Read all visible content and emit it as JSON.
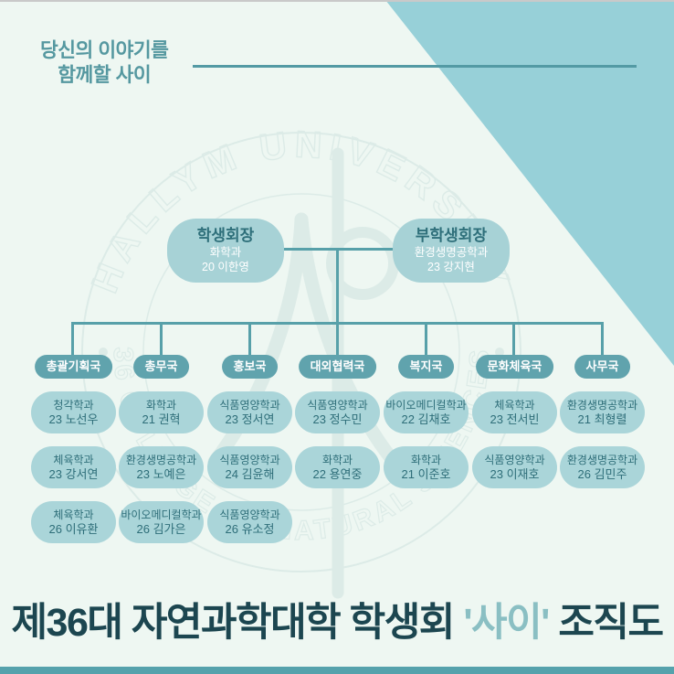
{
  "tagline": {
    "line1": "당신의 이야기를",
    "line2": "함께할 사이"
  },
  "watermark": {
    "arc_top": "HALLYM UNIVERSITY",
    "arc_bottom": "36 COLLEGE OF NATURAL SCIENCES"
  },
  "leaders": {
    "president": {
      "title": "학생회장",
      "dept": "화학과",
      "name": "20 이한영"
    },
    "vice_president": {
      "title": "부학생회장",
      "dept": "환경생명공학과",
      "name": "23 강지현"
    }
  },
  "departments": [
    {
      "label": "총괄기획국",
      "members": [
        {
          "dept": "청각학과",
          "name": "23 노선우"
        },
        {
          "dept": "체육학과",
          "name": "23 강서연"
        },
        {
          "dept": "체육학과",
          "name": "26 이유환"
        }
      ]
    },
    {
      "label": "총무국",
      "members": [
        {
          "dept": "화학과",
          "name": "21 권혁"
        },
        {
          "dept": "환경생명공학과",
          "name": "23 노예은"
        },
        {
          "dept": "바이오메디컬학과",
          "name": "26 김가은"
        }
      ]
    },
    {
      "label": "홍보국",
      "members": [
        {
          "dept": "식품영양학과",
          "name": "23 정서연"
        },
        {
          "dept": "식품영양학과",
          "name": "24 김윤해"
        },
        {
          "dept": "식품영양학과",
          "name": "26 유소정"
        }
      ]
    },
    {
      "label": "대외협력국",
      "members": [
        {
          "dept": "식품영양학과",
          "name": "23 정수민"
        },
        {
          "dept": "화학과",
          "name": "22 용연중"
        }
      ]
    },
    {
      "label": "복지국",
      "members": [
        {
          "dept": "바이오메디컬학과",
          "name": "22 김채호"
        },
        {
          "dept": "화학과",
          "name": "21 이준호"
        }
      ]
    },
    {
      "label": "문화체육국",
      "members": [
        {
          "dept": "체육학과",
          "name": "23 전서빈"
        },
        {
          "dept": "식품영양학과",
          "name": "23 이재호"
        }
      ]
    },
    {
      "label": "사무국",
      "members": [
        {
          "dept": "환경생명공학과",
          "name": "21 최형렬"
        },
        {
          "dept": "환경생명공학과",
          "name": "26 김민주"
        }
      ]
    }
  ],
  "footer": {
    "prefix": "제36대 자연과학대학 학생회 ",
    "accent": "'사이'",
    "suffix": " 조직도"
  },
  "colors": {
    "background": "#eef7f2",
    "triangle": "#97d0d8",
    "rule_line": "#539aa4",
    "connector": "#57a0a9",
    "dept_pill_bg": "#60a3ad",
    "dept_pill_text": "#ffffff",
    "leader_box_bg": "#a7d2d6",
    "leader_title_text": "#2e6f7a",
    "leader_body_text": "#ffffff",
    "card_bg": "#aad5d9",
    "card_text": "#2e6e79",
    "footer_main": "#1c4650",
    "footer_accent": "#8abfc3",
    "tagline_text": "#5598a0",
    "watermark": "#dcebe7",
    "bottom_bar": "#55a2ac"
  }
}
